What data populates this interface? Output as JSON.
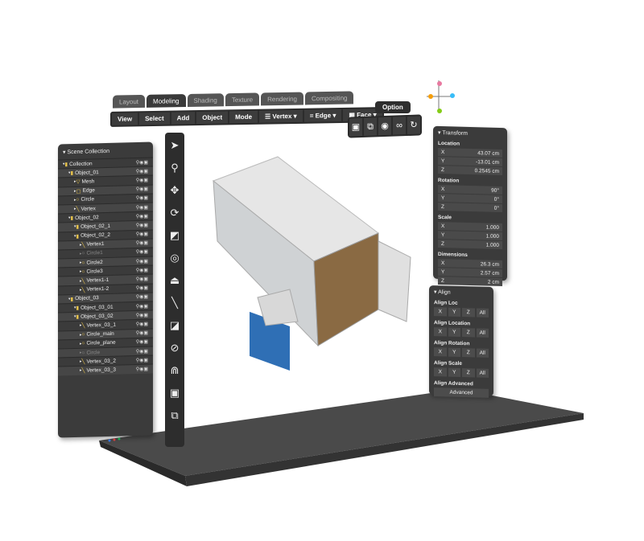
{
  "workspace_tabs": [
    "Layout",
    "Modeling",
    "Shading",
    "Texture",
    "Rendering",
    "Compositing"
  ],
  "active_tab": "Modeling",
  "menu": [
    "View",
    "Select",
    "Add",
    "Object",
    "Mode",
    "☰ Vertex ▾",
    "= Edge ▾",
    "▦ Face ▾"
  ],
  "scene": {
    "title": "▾ Scene Collection",
    "rows": [
      {
        "label": "Collection",
        "level": 1,
        "icon": "folder"
      },
      {
        "label": "Object_01",
        "level": 2,
        "icon": "folder"
      },
      {
        "label": "Mesh",
        "level": 3,
        "icon": "mesh"
      },
      {
        "label": "Edge",
        "level": 3,
        "icon": "edge"
      },
      {
        "label": "Circle",
        "level": 3,
        "icon": "circle"
      },
      {
        "label": "Vertex",
        "level": 3,
        "icon": "vertex"
      },
      {
        "label": "Object_02",
        "level": 2,
        "icon": "folder"
      },
      {
        "label": "Object_02_1",
        "level": 3,
        "icon": "folder"
      },
      {
        "label": "Object_02_2",
        "level": 3,
        "icon": "folder"
      },
      {
        "label": "Vertex1",
        "level": 4,
        "icon": "vertex"
      },
      {
        "label": "Circle1",
        "level": 4,
        "icon": "circle",
        "dim": true
      },
      {
        "label": "Circle2",
        "level": 4,
        "icon": "circle"
      },
      {
        "label": "Circle3",
        "level": 4,
        "icon": "circle"
      },
      {
        "label": "Vertex1-1",
        "level": 4,
        "icon": "vertex"
      },
      {
        "label": "Vertex1-2",
        "level": 4,
        "icon": "vertex"
      },
      {
        "label": "Object_03",
        "level": 2,
        "icon": "folder"
      },
      {
        "label": "Object_03_01",
        "level": 3,
        "icon": "folder"
      },
      {
        "label": "Object_03_02",
        "level": 3,
        "icon": "folder"
      },
      {
        "label": "Vertex_03_1",
        "level": 4,
        "icon": "vertex"
      },
      {
        "label": "Circle_main",
        "level": 4,
        "icon": "circle"
      },
      {
        "label": "Circle_plane",
        "level": 4,
        "icon": "circle"
      },
      {
        "label": "Circle",
        "level": 4,
        "icon": "circle",
        "dim": true
      },
      {
        "label": "Vertex_03_2",
        "level": 4,
        "icon": "vertex"
      },
      {
        "label": "Vertex_03_3",
        "level": 4,
        "icon": "vertex"
      }
    ]
  },
  "tools": [
    "cursor-icon",
    "search-icon",
    "move-icon",
    "rotate-icon",
    "scale-icon",
    "transform-icon",
    "extrude-icon",
    "line-icon",
    "cut-icon",
    "ban-icon",
    "magnet-icon",
    "frame-icon",
    "duplicate-icon"
  ],
  "option": {
    "label": "Option",
    "icons": [
      "frame-icon",
      "duplicate-icon",
      "target-icon",
      "link-icon",
      "refresh-icon"
    ]
  },
  "transform": {
    "title": "▾ Transform",
    "sections": [
      {
        "name": "Location",
        "fields": [
          [
            "X",
            "43.07 cm"
          ],
          [
            "Y",
            "-13.01 cm"
          ],
          [
            "Z",
            "0.2545 cm"
          ]
        ]
      },
      {
        "name": "Rotation",
        "fields": [
          [
            "X",
            "90°"
          ],
          [
            "Y",
            "0°"
          ],
          [
            "Z",
            "0°"
          ]
        ]
      },
      {
        "name": "Scale",
        "fields": [
          [
            "X",
            "1.000"
          ],
          [
            "Y",
            "1.000"
          ],
          [
            "Z",
            "1.000"
          ]
        ]
      },
      {
        "name": "Dimensions",
        "fields": [
          [
            "X",
            "26.3 cm"
          ],
          [
            "Y",
            "2.57 cm"
          ],
          [
            "Z",
            "2 cm"
          ]
        ]
      }
    ]
  },
  "align": {
    "title": "▾ Align",
    "sections": [
      "Align Loc",
      "Align Location",
      "Align Rotation",
      "Align Scale"
    ],
    "buttons": [
      "X",
      "Y",
      "Z",
      "All"
    ],
    "advanced_label": "Align Advanced",
    "advanced_button": "Advanced"
  }
}
